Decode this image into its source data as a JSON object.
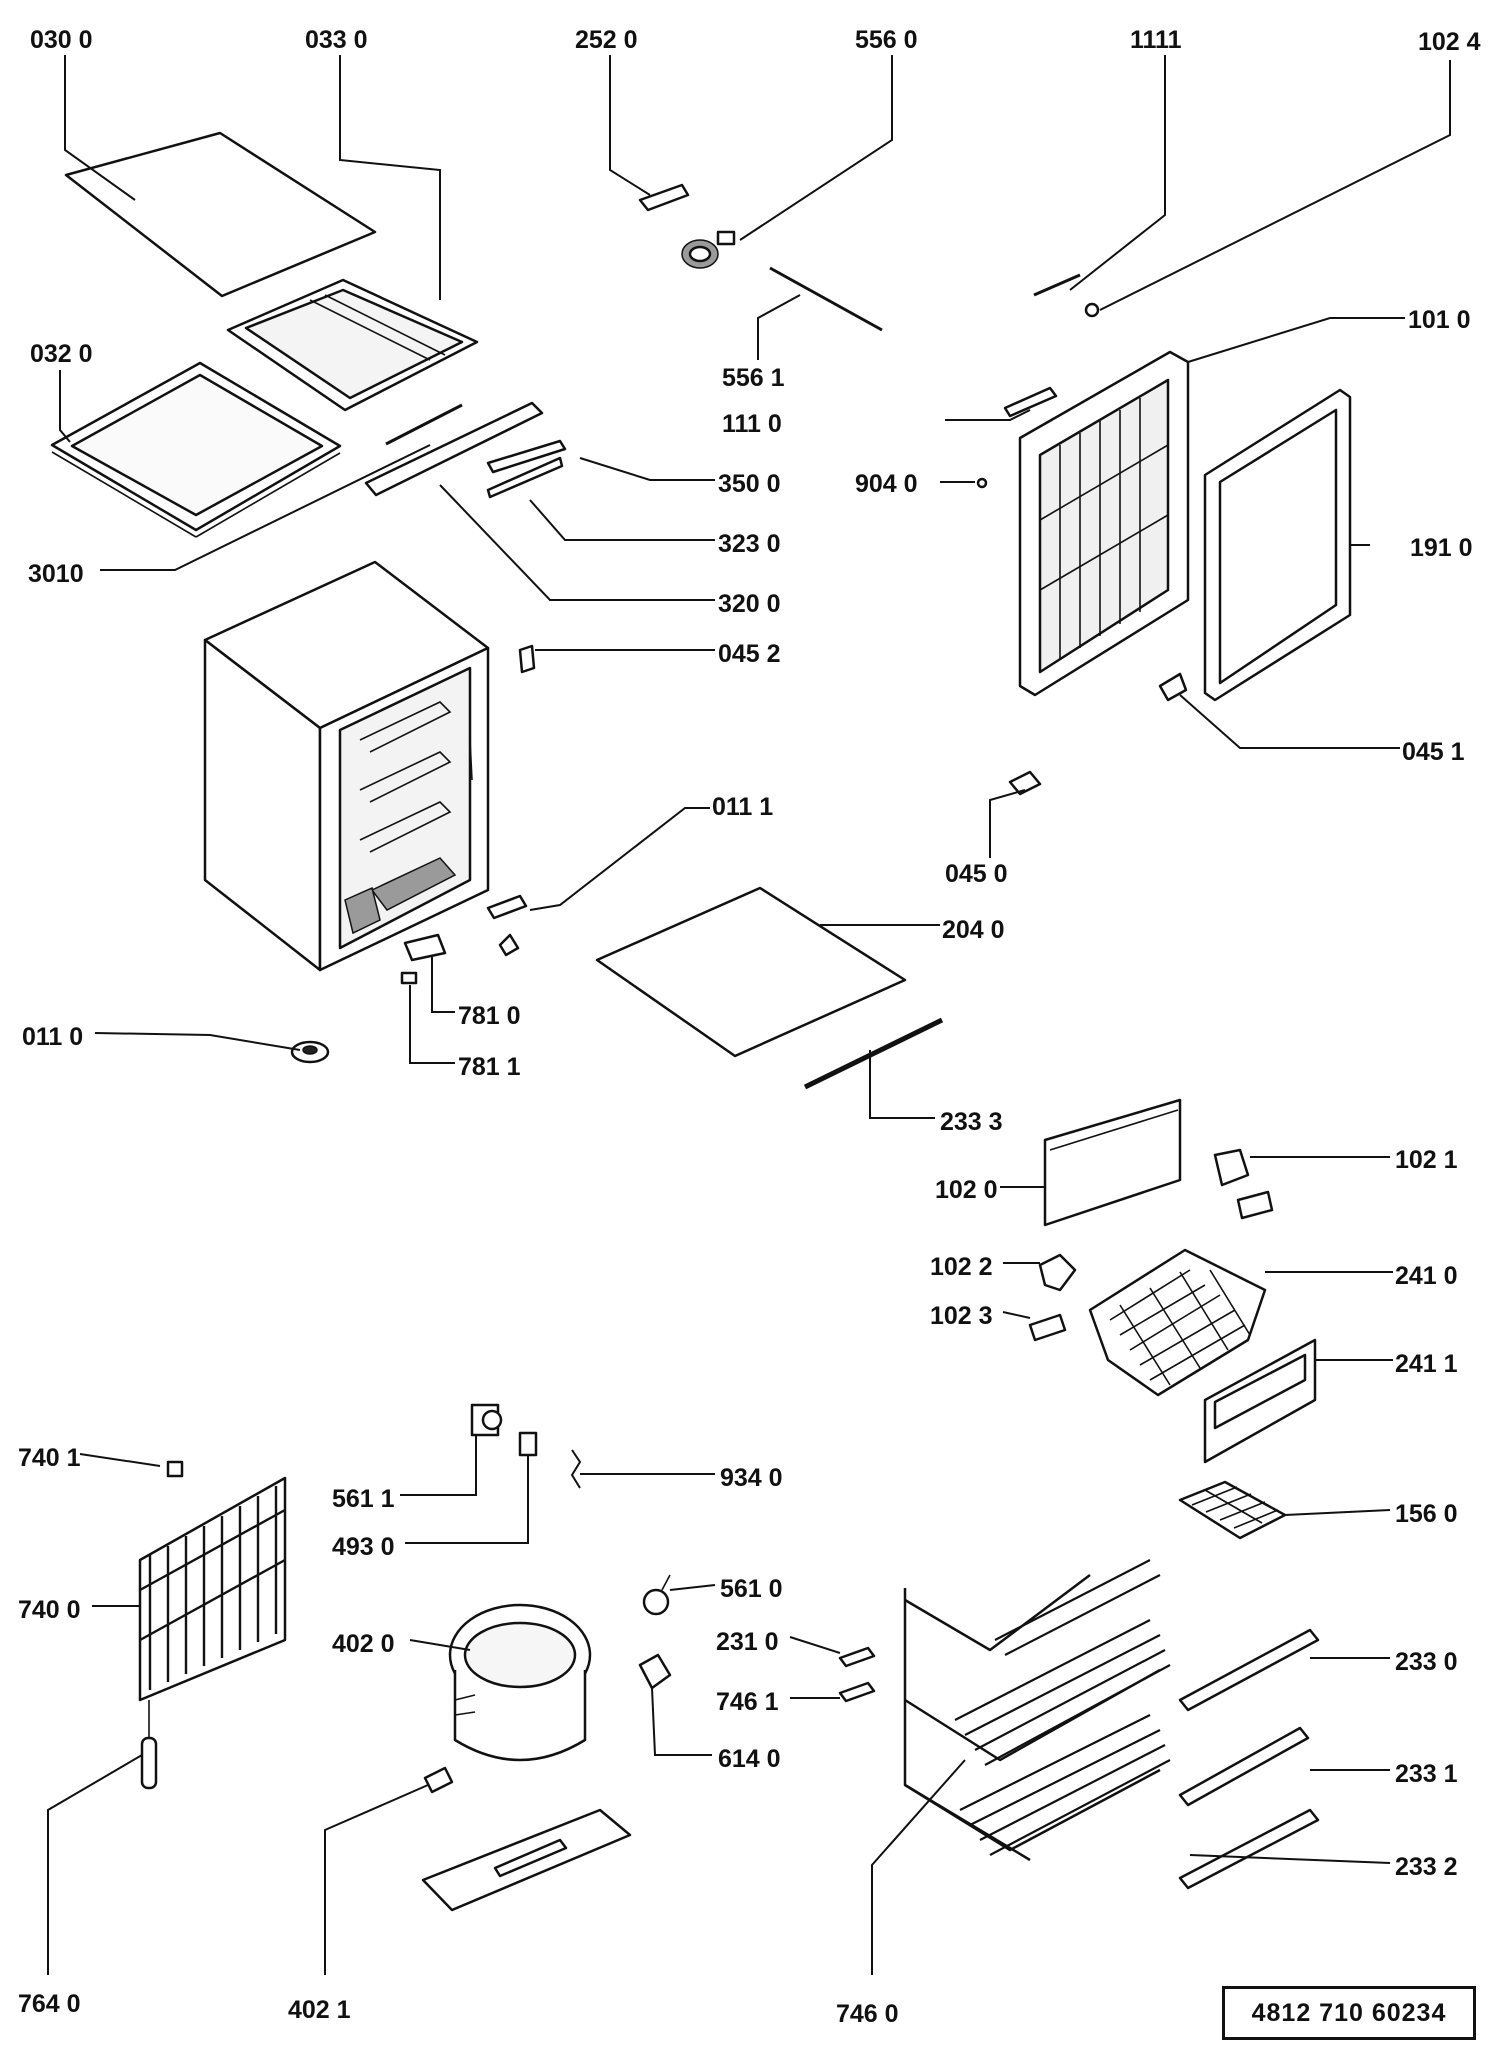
{
  "document_number": "4812  710  60234",
  "callouts": [
    {
      "id": "0300",
      "text": "030 0"
    },
    {
      "id": "0330",
      "text": "033 0"
    },
    {
      "id": "2520",
      "text": "252 0"
    },
    {
      "id": "5560",
      "text": "556 0"
    },
    {
      "id": "1111",
      "text": "1111"
    },
    {
      "id": "1024",
      "text": "102 4"
    },
    {
      "id": "0320",
      "text": "032 0"
    },
    {
      "id": "5561",
      "text": "556 1"
    },
    {
      "id": "1010",
      "text": "101 0"
    },
    {
      "id": "1110",
      "text": "111 0"
    },
    {
      "id": "3500",
      "text": "350 0"
    },
    {
      "id": "9040",
      "text": "904 0"
    },
    {
      "id": "3230",
      "text": "323 0"
    },
    {
      "id": "1910",
      "text": "191 0"
    },
    {
      "id": "3010",
      "text": "3010"
    },
    {
      "id": "3200",
      "text": "320 0"
    },
    {
      "id": "0452",
      "text": "045 2"
    },
    {
      "id": "0451",
      "text": "045 1"
    },
    {
      "id": "0111",
      "text": "011 1"
    },
    {
      "id": "0450",
      "text": "045 0"
    },
    {
      "id": "2040",
      "text": "204 0"
    },
    {
      "id": "7810",
      "text": "781 0"
    },
    {
      "id": "0110",
      "text": "011 0"
    },
    {
      "id": "7811",
      "text": "781 1"
    },
    {
      "id": "2333",
      "text": "233 3"
    },
    {
      "id": "1021",
      "text": "102 1"
    },
    {
      "id": "1020",
      "text": "102 0"
    },
    {
      "id": "1022",
      "text": "102 2"
    },
    {
      "id": "2410",
      "text": "241 0"
    },
    {
      "id": "1023",
      "text": "102 3"
    },
    {
      "id": "2411",
      "text": "241 1"
    },
    {
      "id": "7401",
      "text": "740 1"
    },
    {
      "id": "9340",
      "text": "934 0"
    },
    {
      "id": "5611",
      "text": "561 1"
    },
    {
      "id": "1560",
      "text": "156 0"
    },
    {
      "id": "4930",
      "text": "493 0"
    },
    {
      "id": "7400",
      "text": "740 0"
    },
    {
      "id": "5610",
      "text": "561 0"
    },
    {
      "id": "4020",
      "text": "402 0"
    },
    {
      "id": "2310",
      "text": "231 0"
    },
    {
      "id": "2330",
      "text": "233 0"
    },
    {
      "id": "7461",
      "text": "746 1"
    },
    {
      "id": "2331",
      "text": "233 1"
    },
    {
      "id": "6140",
      "text": "614 0"
    },
    {
      "id": "2332",
      "text": "233 2"
    },
    {
      "id": "7640",
      "text": "764 0"
    },
    {
      "id": "4021",
      "text": "402 1"
    },
    {
      "id": "7460",
      "text": "746 0"
    }
  ]
}
